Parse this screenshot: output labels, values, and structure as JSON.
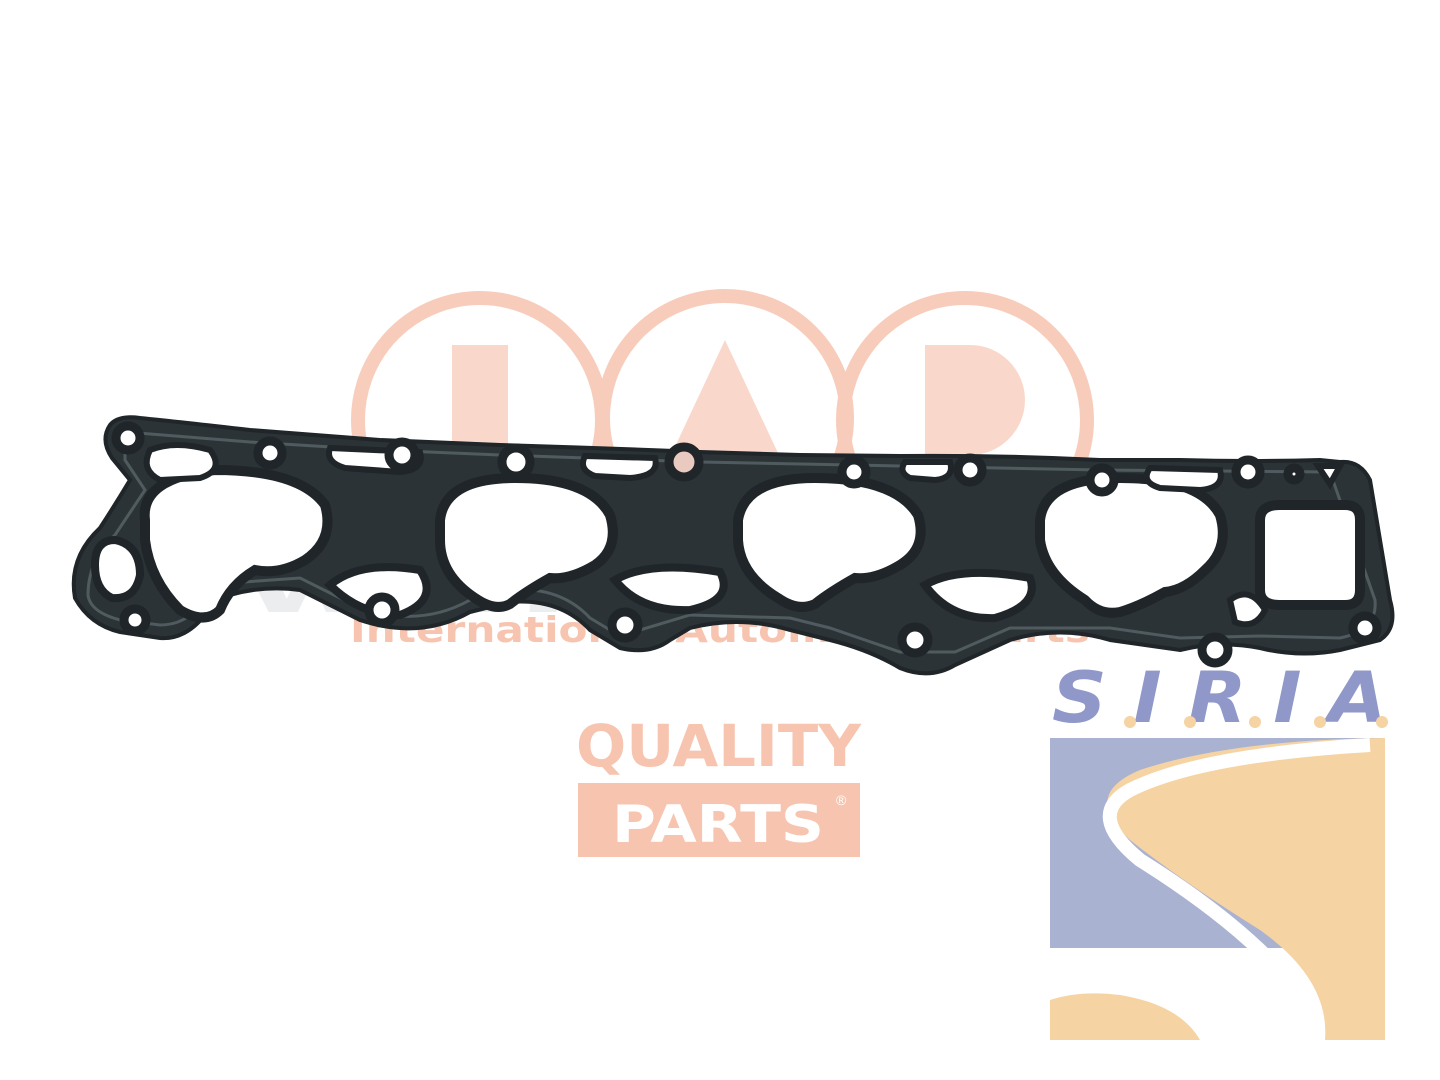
{
  "watermark": {
    "brand_letters": "IAP",
    "tagline": "International Automotive Parts",
    "url_fragment": "www.siria.com",
    "badge_line1": "QUALITY",
    "badge_line2": "PARTS",
    "registered_mark": "®",
    "color": "#f7c4b0"
  },
  "siria_logo": {
    "name": "S.I.R.I.A.",
    "road_color": "#f5d3a3",
    "field_color": "#aab2d2",
    "text_color": "#8f98c8"
  },
  "product": {
    "icon": "intake-manifold-gasket-icon",
    "outline_color": "#1f2528",
    "face_color": "#2b3336"
  }
}
